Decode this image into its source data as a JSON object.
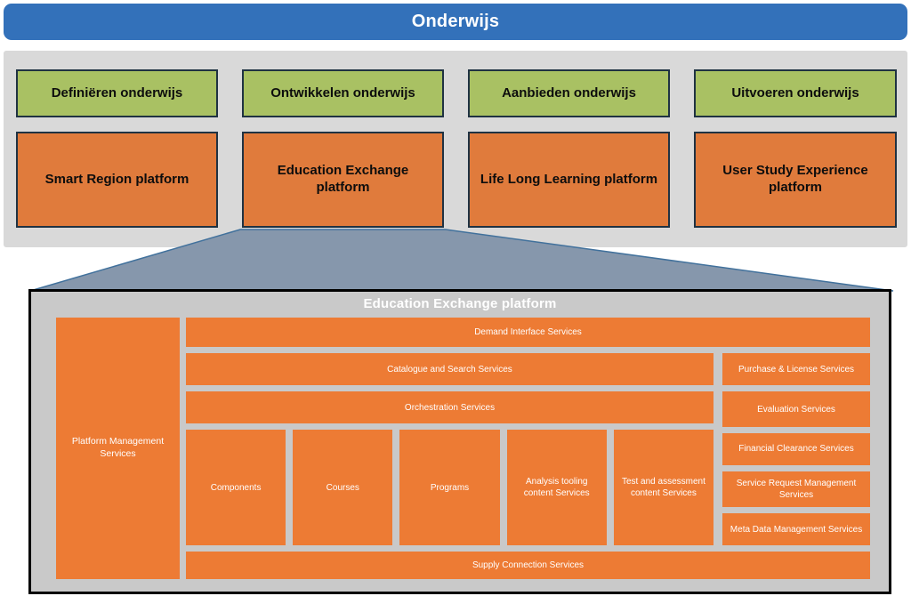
{
  "header": {
    "title": "Onderwijs"
  },
  "columns": [
    {
      "phase": "Definiëren onderwijs",
      "platform": "Smart Region platform"
    },
    {
      "phase": "Ontwikkelen onderwijs",
      "platform": "Education Exchange platform"
    },
    {
      "phase": "Aanbieden onderwijs",
      "platform": "Life Long Learning platform"
    },
    {
      "phase": "Uitvoeren onderwijs",
      "platform": "User Study Experience platform"
    }
  ],
  "detail": {
    "title": "Education Exchange platform",
    "sidebar": "Platform Management Services",
    "top_service": "Demand Interface Services",
    "mid_rows": [
      {
        "main": "Catalogue and Search Services",
        "side": "Purchase & License Services"
      },
      {
        "main": "Orchestration Services",
        "side": "Evaluation Services"
      }
    ],
    "content_boxes": [
      "Components",
      "Courses",
      "Programs",
      "Analysis tooling content Services",
      "Test and assessment content Services"
    ],
    "right_stack": [
      "Financial Clearance Services",
      "Service Request Management Services",
      "Meta Data Management Services"
    ],
    "bottom_service": "Supply Connection Services"
  },
  "colors": {
    "header_blue": "#3371ba",
    "band_gray": "#d9d9d9",
    "phase_green": "#a9c163",
    "platform_orange": "#e07b3c",
    "box_border": "#1f3242",
    "panel_gray": "#c9c9c9",
    "panel_border": "#000000",
    "service_orange": "#ed7b34",
    "trapezoid_fill": "#8697ac",
    "trapezoid_edge": "#41719c",
    "text_white": "#ffffff",
    "text_black": "#0d0d0d"
  }
}
